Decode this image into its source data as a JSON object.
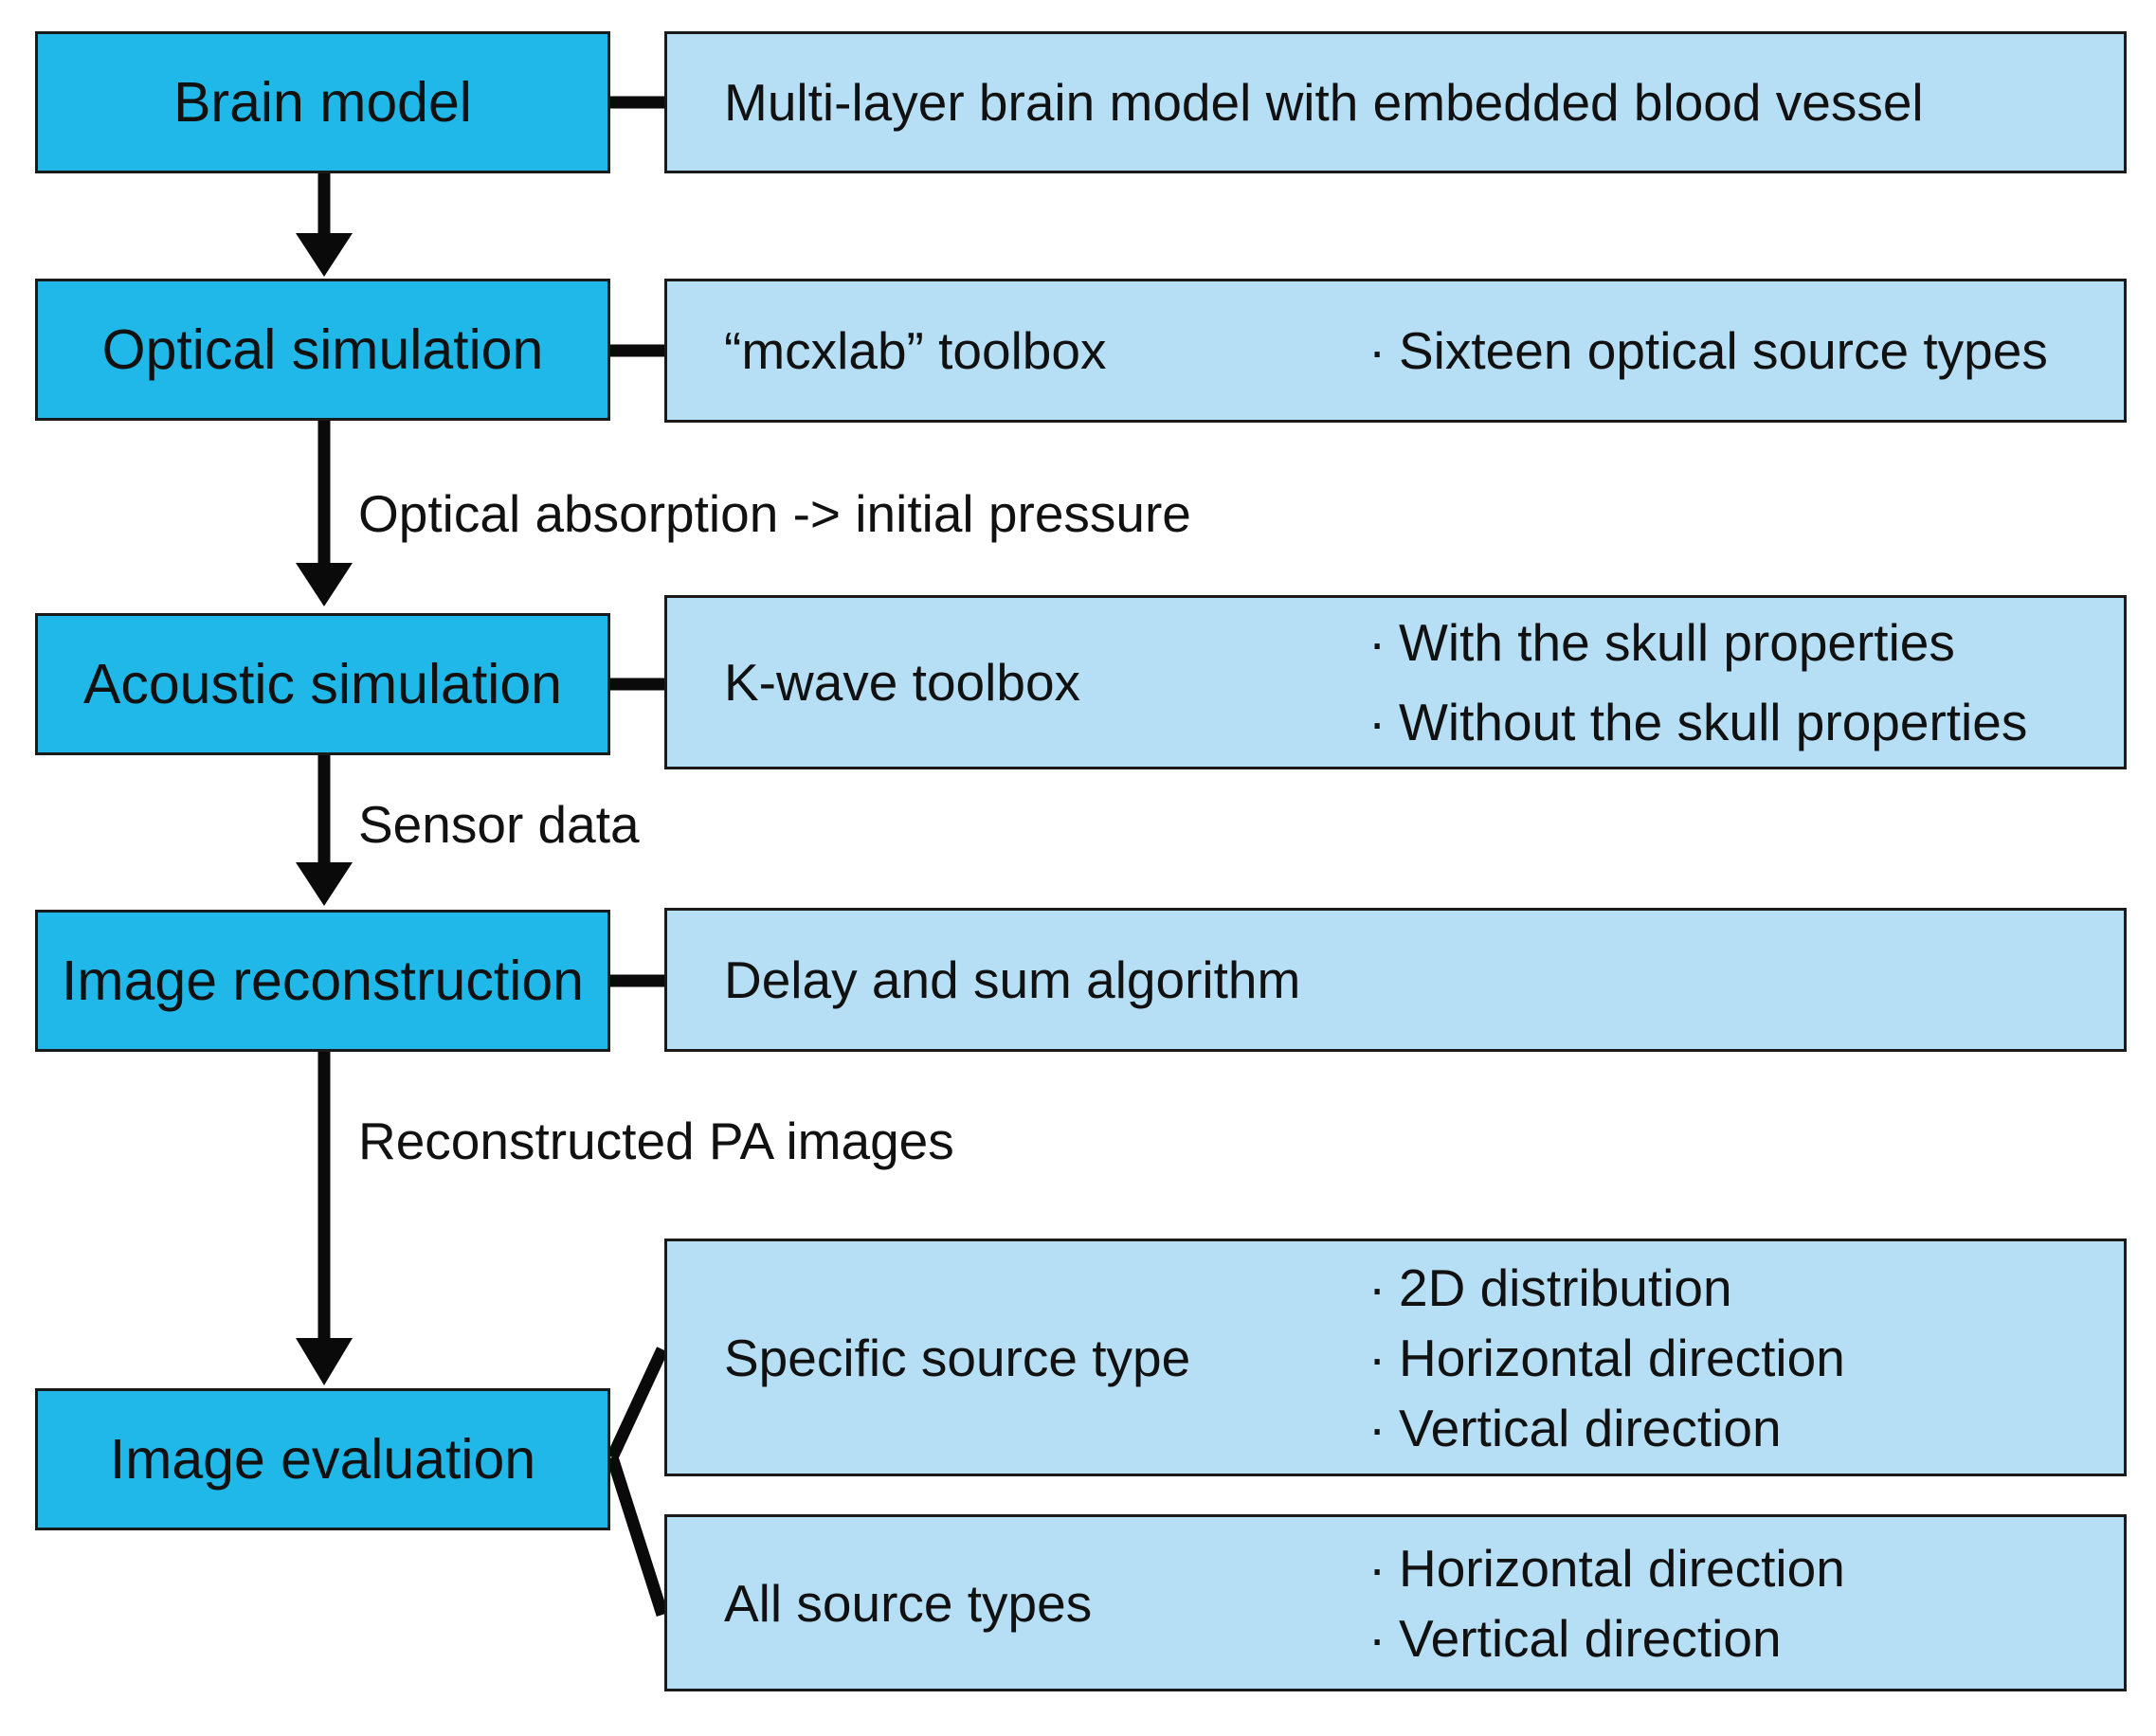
{
  "colors": {
    "step_fill": "#1fb8e8",
    "detail_fill": "#b6dff5",
    "line": "#0a0a0a"
  },
  "steps": [
    {
      "label": "Brain model"
    },
    {
      "label": "Optical simulation"
    },
    {
      "label": "Acoustic simulation"
    },
    {
      "label": "Image reconstruction"
    },
    {
      "label": "Image evaluation"
    }
  ],
  "details": {
    "brain_model": {
      "main": "Multi-layer brain model with embedded blood vessel"
    },
    "optical": {
      "main": "“mcxlab” toolbox",
      "bullets": [
        "Sixteen optical source types"
      ]
    },
    "acoustic": {
      "main": "K-wave toolbox",
      "bullets": [
        "With the skull properties",
        "Without the skull properties"
      ]
    },
    "reconstruction": {
      "main": "Delay and sum algorithm"
    },
    "specific": {
      "main": "Specific source type",
      "bullets": [
        "2D distribution",
        "Horizontal direction",
        "Vertical direction"
      ]
    },
    "all": {
      "main": "All source types",
      "bullets": [
        "Horizontal direction",
        "Vertical direction"
      ]
    }
  },
  "flow_labels": {
    "optical_to_acoustic": "Optical absorption -> initial pressure",
    "acoustic_to_reconstruction": "Sensor data",
    "reconstruction_to_evaluation": "Reconstructed PA images"
  },
  "bullet_marker": "·"
}
